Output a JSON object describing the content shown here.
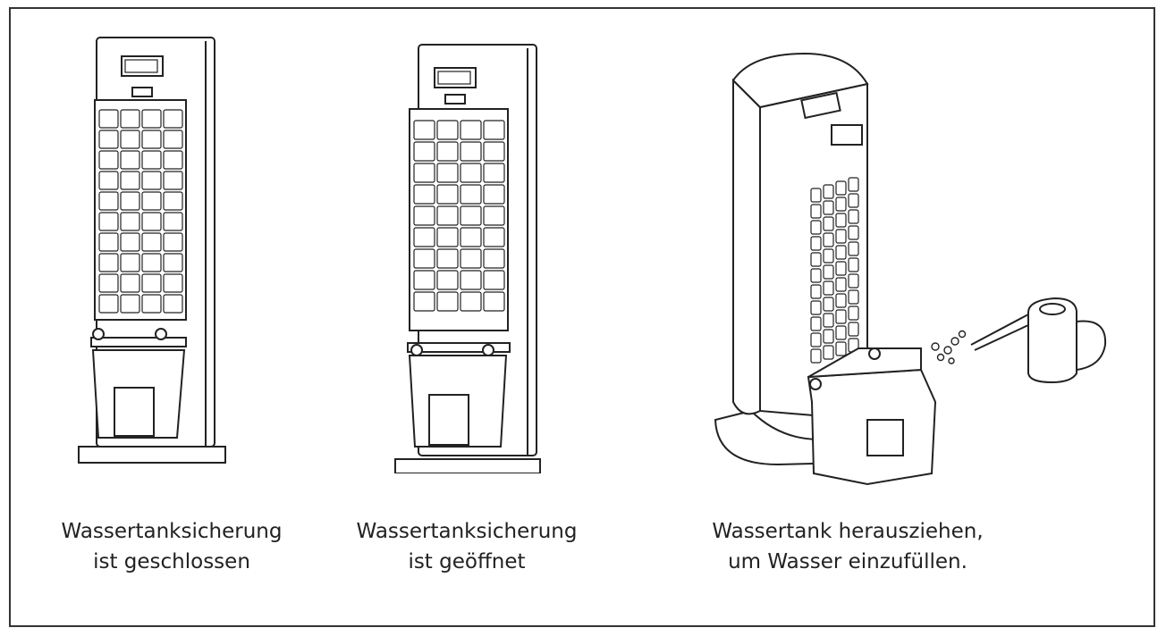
{
  "figures": [
    {
      "caption_line1": "Wassertanksicherung",
      "caption_line2": "ist geschlossen"
    },
    {
      "caption_line1": "Wassertanksicherung",
      "caption_line2": "ist geöffnet"
    },
    {
      "caption_line1": "Wassertank herausziehen,",
      "caption_line2": "um Wasser einzufüllen."
    }
  ],
  "icons": [
    "air-cooler-front",
    "air-cooler-front-open",
    "air-cooler-perspective",
    "water-tank",
    "watering-can",
    "water-droplets"
  ],
  "colors": {
    "line": "#222222",
    "background": "#ffffff"
  }
}
